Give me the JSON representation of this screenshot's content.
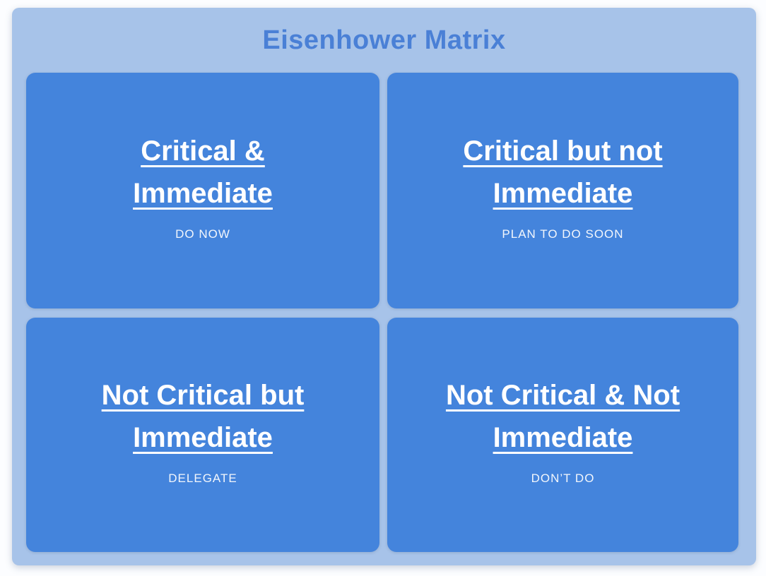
{
  "title": "Eisenhower Matrix",
  "colors": {
    "page_background": "#fcfdff",
    "container_background": "#a7c3e9",
    "card_background": "#4484dc",
    "title_text": "#4a80d6",
    "card_text": "#ffffff"
  },
  "quadrants": [
    {
      "heading": "Critical &\nImmediate",
      "action": "DO NOW"
    },
    {
      "heading": "Critical but not\nImmediate",
      "action": "PLAN TO DO SOON"
    },
    {
      "heading": "Not Critical but\nImmediate",
      "action": "DELEGATE"
    },
    {
      "heading": "Not Critical & Not\nImmediate",
      "action": "DON’T DO"
    }
  ]
}
